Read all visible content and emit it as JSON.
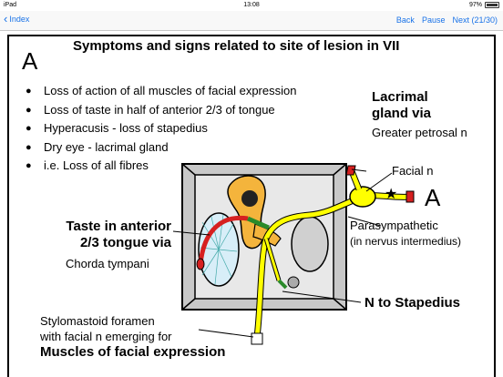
{
  "status": {
    "device": "iPad",
    "time": "13:08",
    "battery": "97%"
  },
  "nav": {
    "back": "Index",
    "back_icon": "chevron-left-icon",
    "back_btn": "Back",
    "pause": "Pause",
    "next": "Next (21/30)"
  },
  "slide": {
    "title": "Symptoms and signs related to site of lesion in VII",
    "letter": "A",
    "bullets": [
      "Loss of action of all muscles of facial expression",
      "Loss of taste in half of anterior 2/3 of tongue",
      "Hyperacusis - loss of stapedius",
      "Dry eye - lacrimal gland",
      "i.e. Loss of all fibres"
    ],
    "lacrimal_label_1": "Lacrimal",
    "lacrimal_label_2": "gland via",
    "greater_petrosal": "Greater petrosal n",
    "facial_n": "Facial n",
    "lesion_letter": "A",
    "parasympathetic": "Parasympathetic",
    "nervus_intermedius": "(in nervus intermedius)",
    "taste_1": "Taste in anterior",
    "taste_2": "2/3 tongue via",
    "chorda_tympani": "Chorda tympani",
    "n_to_stapedius": "N to Stapedius",
    "stylo_1": "Stylomastoid foramen",
    "stylo_2": "with facial n emerging for",
    "stylo_3": "Muscles of facial expression"
  },
  "colors": {
    "link": "#1a73e8",
    "nerve": "#ffff00",
    "chorda": "#d62020",
    "bone": "#c8c8c8",
    "ossicle": "#f4b43c"
  }
}
